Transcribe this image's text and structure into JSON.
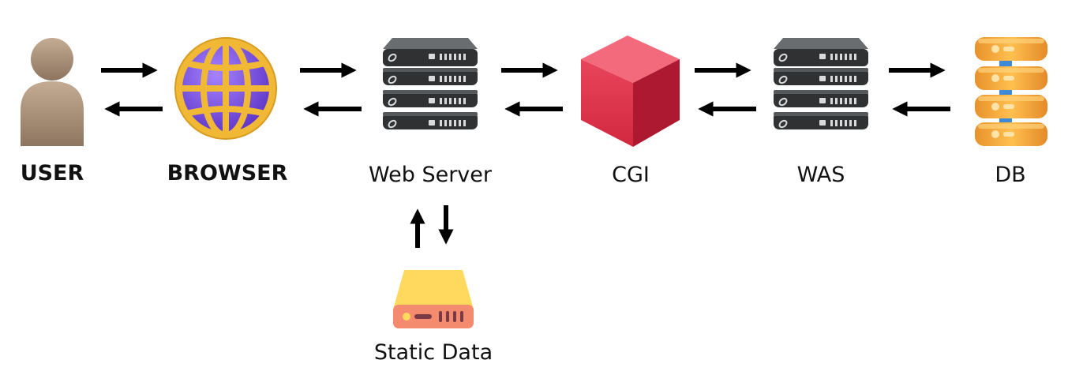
{
  "diagram": {
    "nodes": [
      {
        "id": "user",
        "label": "USER",
        "icon": "user-icon"
      },
      {
        "id": "browser",
        "label": "BROWSER",
        "icon": "globe-icon"
      },
      {
        "id": "web-server",
        "label": "Web Server",
        "icon": "server-rack-icon"
      },
      {
        "id": "cgi",
        "label": "CGI",
        "icon": "cube-icon"
      },
      {
        "id": "was",
        "label": "WAS",
        "icon": "server-rack-icon"
      },
      {
        "id": "db",
        "label": "DB",
        "icon": "database-icon"
      },
      {
        "id": "static-data",
        "label": "Static Data",
        "icon": "storage-drive-icon"
      }
    ],
    "edges": [
      {
        "from": "user",
        "to": "browser",
        "direction": "bidirectional"
      },
      {
        "from": "browser",
        "to": "web-server",
        "direction": "bidirectional"
      },
      {
        "from": "web-server",
        "to": "cgi",
        "direction": "bidirectional"
      },
      {
        "from": "cgi",
        "to": "was",
        "direction": "bidirectional"
      },
      {
        "from": "was",
        "to": "db",
        "direction": "bidirectional"
      },
      {
        "from": "web-server",
        "to": "static-data",
        "direction": "bidirectional"
      }
    ],
    "colors": {
      "user": "#a88f78",
      "globe": "#7f56d9",
      "globe_frame": "#e6a827",
      "server": "#2f3133",
      "cgi_cube": "#e8354f",
      "database": "#f4a93a",
      "storage_top": "#ffd95e",
      "storage_bottom": "#f58b6e",
      "arrow": "#000000"
    }
  }
}
